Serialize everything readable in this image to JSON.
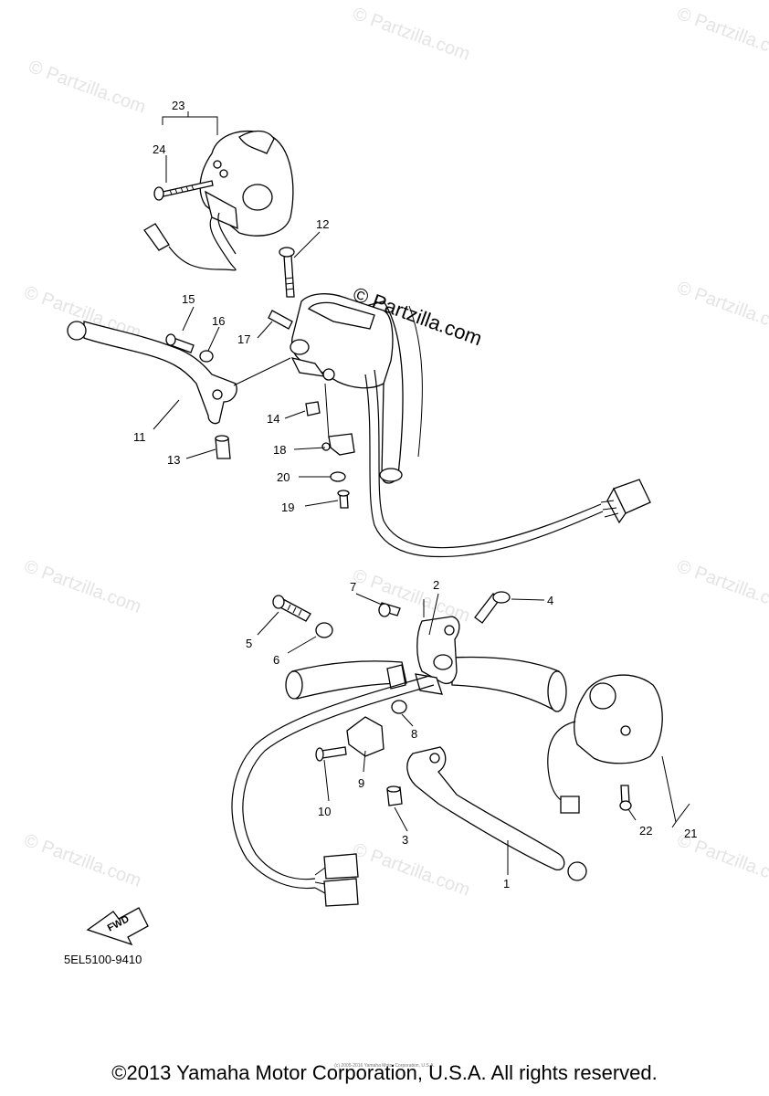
{
  "watermark": "© Partzilla.com",
  "center_watermark": "© Partzilla.com",
  "callouts": {
    "c1": "1",
    "c2": "2",
    "c3": "3",
    "c4": "4",
    "c5": "5",
    "c6": "6",
    "c7": "7",
    "c8": "8",
    "c9": "9",
    "c10": "10",
    "c11": "11",
    "c12": "12",
    "c13": "13",
    "c14": "14",
    "c15": "15",
    "c16": "16",
    "c17": "17",
    "c18": "18",
    "c19": "19",
    "c20": "20",
    "c21": "21",
    "c22": "22",
    "c23": "23",
    "c24": "24"
  },
  "fwd_label": "FWD",
  "diagram_code": "5EL5100-9410",
  "small_notice": "(c) 2005-2016 Yamaha Motor Corporation, U.S.A.",
  "footer": "©2013 Yamaha Motor Corporation, U.S.A. All rights reserved."
}
